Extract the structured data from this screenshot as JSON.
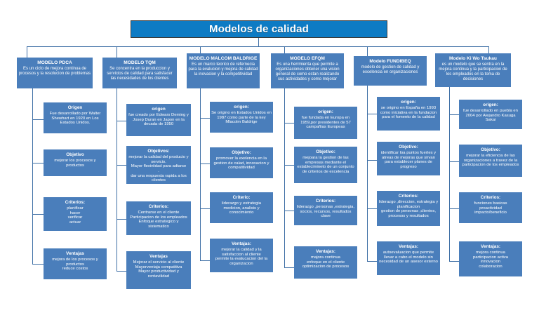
{
  "diagram": {
    "type": "mind-map",
    "title": "Modelos de calidad",
    "colors": {
      "title_bg": "#0d7bc4",
      "node_bg": "#4a7ebb",
      "text": "#ffffff",
      "connector": "#3d6ea5",
      "page_bg": "#ffffff"
    },
    "branches": [
      {
        "id": "pdca",
        "root": {
          "heading": "MODELO PDCA",
          "body": "Es un ciclo de mejora continua de procesos y la resolucion de problemas"
        },
        "children": [
          {
            "heading": "Origen",
            "body": "Fue desarrollado por Walter Shewhart en 1920 en  Los Estados Unidos."
          },
          {
            "heading": "Objetivo",
            "body": "mejorar los procesos y productos"
          },
          {
            "heading": "Criterios:",
            "body": "planificar\nhacer\nverificar\nactuar"
          },
          {
            "heading": "Ventajas",
            "body": "mejora de los procesos y productos\nreduce costos"
          }
        ]
      },
      {
        "id": "tqm",
        "root": {
          "heading": "MODELO TQM",
          "body": "Se concentra en la produccion y servicios de calidad para satisfacer las necesidades de los clientes"
        },
        "children": [
          {
            "heading": "origen",
            "body": "fue creado por Edwars Deming  y Josep Duran en Japon en la decada de 1950"
          },
          {
            "heading": "Objetivos:",
            "body": "mejorar la calidad del producto y servicio.\nMayor flexiviidad para adtarse\n.\ndar una respuesta rapida a los clientes"
          },
          {
            "heading": "Criterios:",
            "body": "Centrarse en el cliente\nParticipacion de los empleados\nEnfoque estrategico y sistematico"
          },
          {
            "heading": "Ventajas",
            "body": "Mejorar el servicio al cliente\nMayorventaja compatitiva\nMayor productividad y rentavilidad"
          }
        ]
      },
      {
        "id": "malcom-baldrige",
        "root": {
          "heading": "MODELO MALCOM BALDRIGE",
          "body": "Es un marco teorico  de refernecia para la evalucion y mejora de calidad la inovacion y la competitividad"
        },
        "children": [
          {
            "heading": "origen:",
            "body": "Se origino en Estados Unidos en 1987 como parte de la key Mlacolm Baldrige"
          },
          {
            "heading": "Objetivo:",
            "body": "promover la exelencia  en la gestion de calad, innovacion y compatitividad"
          },
          {
            "heading": "Criterio:",
            "body": "liderazgo y estrategia\nmedicion, analisis y conocimiento"
          },
          {
            "heading": "Ventajas:",
            "body": "mejorar la calidad y la satisfaccion al cliente\npermite la evalucacion del la organizacion"
          }
        ]
      },
      {
        "id": "efqm",
        "root": {
          "heading": "MODELO EFQM",
          "body": "Es una herrmienta que permite a organizaciones obtener una vision general  de como estan realizando sus actividades y como mejorar"
        },
        "children": [
          {
            "heading": "origen:",
            "body": "fue fundada en Europa en 1959,por presidentes de 57 campañias Europeas"
          },
          {
            "heading": "Objetivo:",
            "body": "mejoara la gestion de las empresas mediante  el establecimineto de un conjunto de criterios de excelencia"
          },
          {
            "heading": "Criterios:",
            "body": "liderazgo ,personas ,estrategia, socios, recursos, resultados clave"
          },
          {
            "heading": "Ventajas:",
            "body": "majora continua\nenfoque en el cliente\noptimizacion de procesos"
          }
        ]
      },
      {
        "id": "fundibeq",
        "root": {
          "heading": "Modelo FUNDIBEQ",
          "body": "modelo de gestion de calidad y excelencia en organizaciones"
        },
        "children": [
          {
            "heading": "origen:",
            "body": "se origino en España  en 1993 como  iniciativa en la fundacion para el fomento de la calidad"
          },
          {
            "heading": "Objetivo:",
            "body": "identificar loa puntos fuertes y atreas de mejoras que sirvan para establecer planes de progreso"
          },
          {
            "heading": "Criterios:",
            "body": "liderazgo ,direccion, estrategia y planificacion\ngestion de personas ,clientes, procesos y resultados"
          },
          {
            "heading": "Ventajas:",
            "body": "autoevaluacion que permite llevar a cabo el modelo sin necesidad de un asesor externo"
          }
        ]
      },
      {
        "id": "ki-wo-tsukau",
        "root": {
          "heading": "Modelo Ki Wo Tsukau",
          "body": "es un modelo que se sentra  en la mejora continua  y la participacion de  los empleados en la toma de decisiones"
        },
        "children": [
          {
            "heading": "origen:",
            "body": "fue desarrollado en puebla en 2004 por Alejandro Kasuga  Sakai"
          },
          {
            "heading": "Objetivo:",
            "body": "mejorar la eficiencia de las organizaciones a travez de la participacion de  los empleados"
          },
          {
            "heading": "Criterios:",
            "body": "funciones basicas\nproactividad\nimpacto/beneficio"
          },
          {
            "heading": "Ventajas:",
            "body": "mejora continua\nparticipacion activa\ninnovacion\ncolaboracion"
          }
        ]
      }
    ]
  }
}
